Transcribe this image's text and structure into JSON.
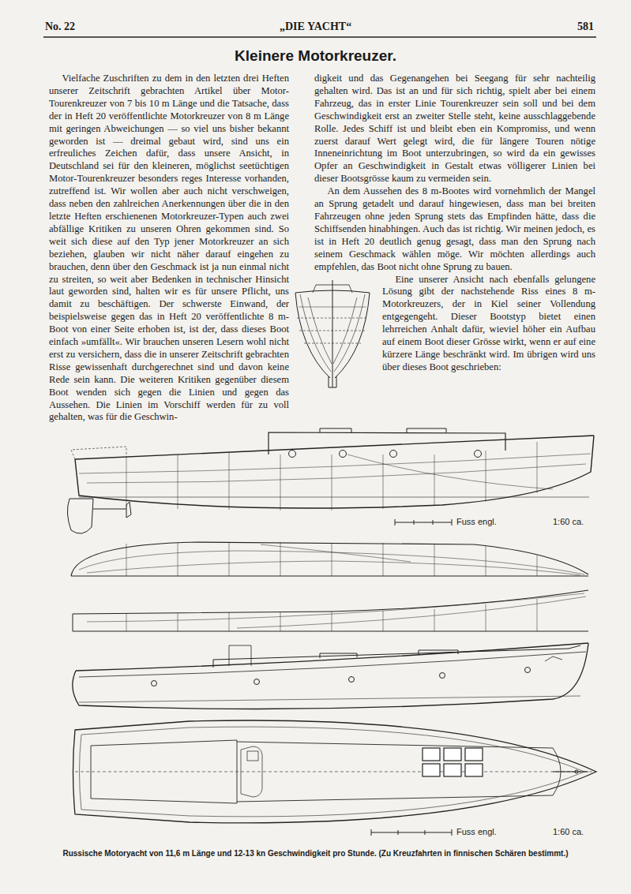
{
  "diagram": {
    "title": "Kleinere Motorkreuzer.",
    "caption": "Russische Motoryacht von 11,6 m Länge und 12-13 kn Geschwindigkeit pro Stunde. (Zu Kreuzfahrten in finnischen Schären bestimmt.)",
    "labels": [
      "No. 22",
      "„DIE YACHT“",
      "581",
      "Vielfache Zuschriften zu dem in den letzten drei Heften unserer Zeitschrift gebrachten Artikel über Motor-Tourenkreuzer von 7 bis 10 m Länge und die Tatsache, dass der in Heft 20 veröffentlichte Motorkreuzer von 8 m Länge mit geringen Abweichungen — so viel uns bisher bekannt geworden ist — dreimal gebaut wird, sind uns ein erfreuliches Zeichen dafür, dass unsere Ansicht, in Deutschland sei für den kleineren, möglichst seetüchtigen Motor-Tourenkreuzer besonders reges Interesse vorhanden, zutreffend ist. Wir wollen aber auch nicht verschweigen, dass neben den zahlreichen Anerkennungen über die in den letzte Heften erschienenen Motorkreuzer-Typen auch zwei abfällige Kritiken zu unseren Ohren gekommen sind. So weit sich diese auf den Typ jener Motorkreuzer an sich beziehen, glauben wir nicht näher darauf eingehen zu brauchen, denn über den Geschmack ist ja nun einmal nicht zu streiten, so weit aber Bedenken in technischer Hinsicht laut geworden sind, halten wir es für unsere Pflicht, uns damit zu beschäftigen. Der schwerste Einwand, der beispielsweise gegen das in Heft 20 veröffentlichte 8 m-Boot von einer Seite erhoben ist, ist der, dass dieses Boot einfach »umfällt«. Wir brauchen unseren Lesern wohl nicht erst zu versichern, dass die in unserer Zeitschrift gebrachten Risse gewissenhaft durchgerechnet sind und davon keine Rede sein kann. Die weiteren Kritiken gegenüber diesem Boot wenden sich gegen die Linien und gegen das Aussehen. Die Linien im Vorschiff werden für zu voll gehalten, was für die Geschwin-",
      "digkeit und das Gegenangehen bei Seegang für sehr nachteilig gehalten wird. Das ist an und für sich richtig, spielt aber bei einem Fahrzeug, das in erster Linie Tourenkreuzer sein soll und bei dem Geschwindigkeit erst an zweiter Stelle steht, keine ausschlaggebende Rolle. Jedes Schiff ist und bleibt eben ein Kompromiss, und wenn zuerst darauf Wert gelegt wird, die für längere Touren nötige Inneneinrichtung im Boot unterzubringen, so wird da ein gewisses Opfer an Geschwindigkeit in Gestalt etwas völligerer Linien bei dieser Bootsgrösse kaum zu vermeiden sein.",
      "An dem Aussehen des 8 m-Bootes wird vornehmlich der Mangel an Sprung getadelt und darauf hingewiesen, dass man bei breiten Fahrzeugen ohne jeden Sprung stets das Empfinden hätte, dass die Schiffsenden hinabhingen. Auch das ist richtig. Wir meinen jedoch, es ist in Heft 20 deutlich genug gesagt, dass man den Sprung nach seinem Geschmack wählen möge. Wir möchten allerdings auch empfehlen, das Boot nicht ohne Sprung zu bauen.",
      "Eine unserer Ansicht nach ebenfalls gelungene Lösung gibt der nachstehende Riss eines 8 m-Motorkreuzers, der in Kiel seiner Vollendung entgegengeht. Dieser Bootstyp bietet einen lehrreichen Anhalt dafür, wieviel höher ein Aufbau auf einem Boot dieser Grösse wirkt, wenn er auf eine kürzere Länge beschränkt wird. Im übrigen wird uns über dieses Boot geschrieben:",
      "Fuss engl.",
      "1:60 ca.",
      "Fuss engl.",
      "1:60 ca."
    ]
  }
}
